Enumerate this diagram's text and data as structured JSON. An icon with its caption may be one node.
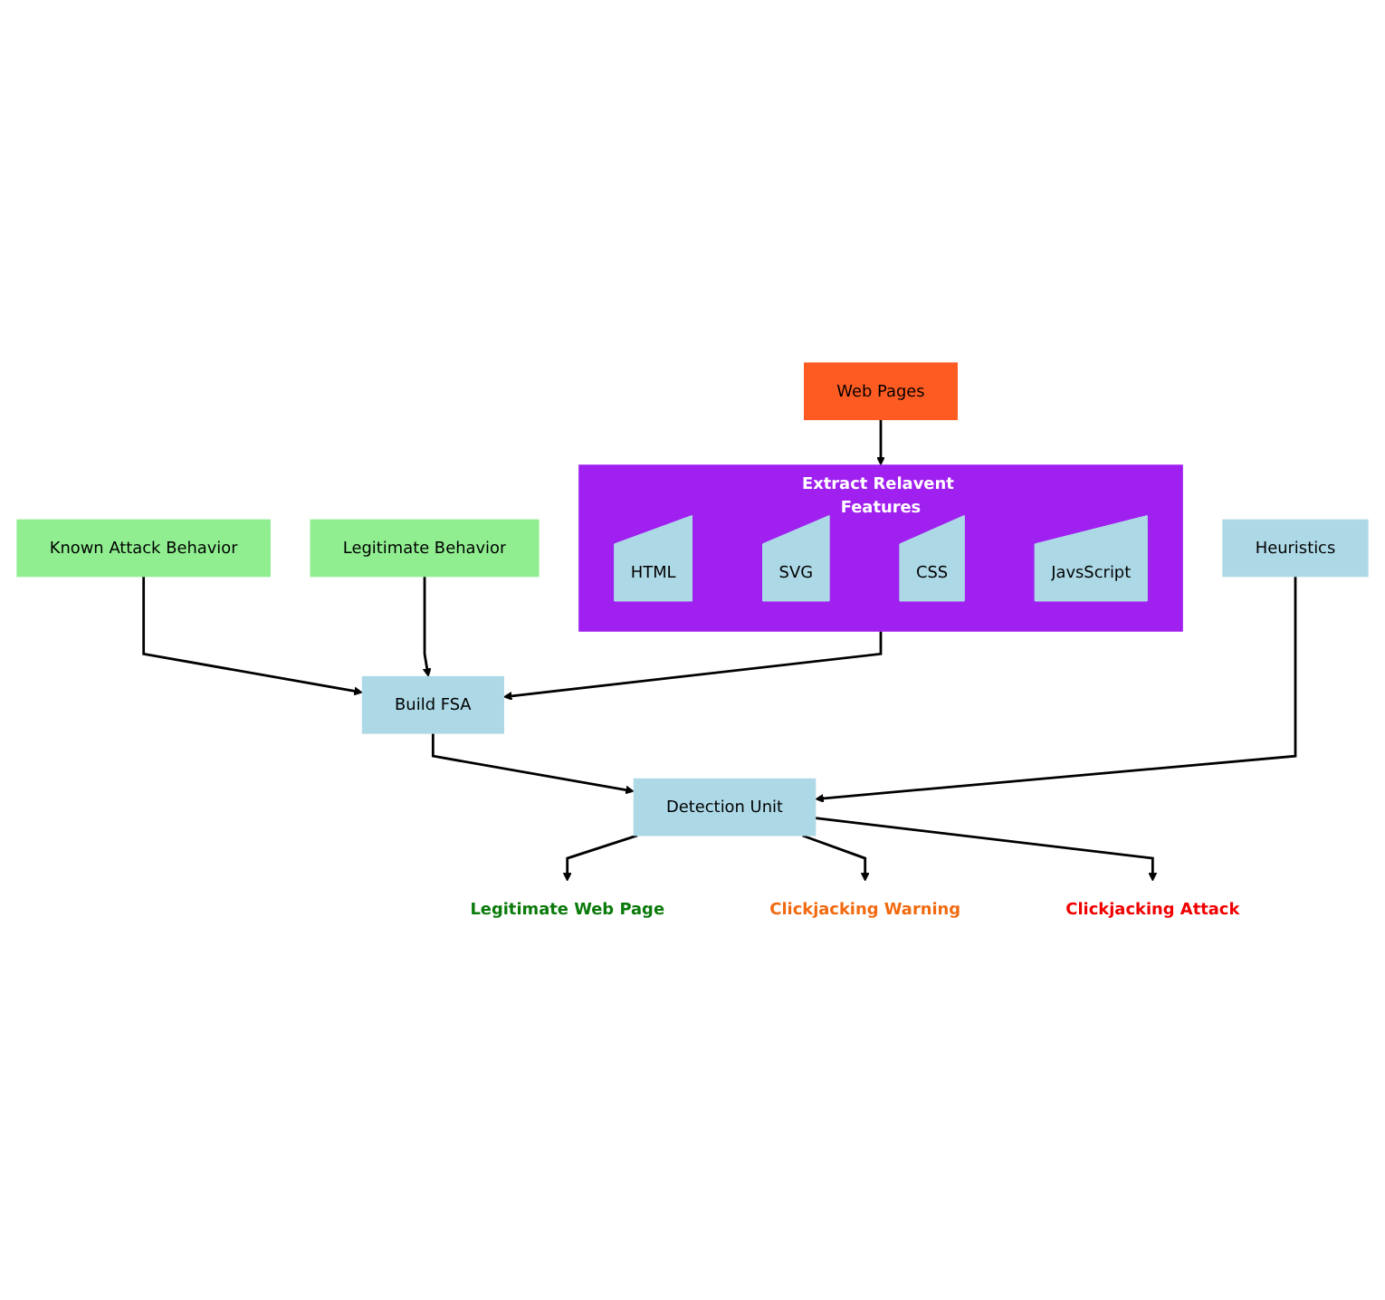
{
  "diagram": {
    "nodes": [
      {
        "text": [
          "Web Pages"
        ]
      },
      {
        "text": [
          "Extract Relavent Features"
        ]
      },
      {
        "text": [
          "HTML"
        ],
        "in": 1
      },
      {
        "text": [
          "SVG"
        ],
        "in": 1
      },
      {
        "text": [
          "CSS"
        ],
        "in": 1
      },
      {
        "text": [
          "JavsScript"
        ],
        "in": 1
      },
      {
        "text": [
          "Known Attack Behavior"
        ]
      },
      {
        "text": [
          "Build FSA"
        ]
      },
      {
        "text": [
          "Heuristics"
        ]
      },
      {
        "text": [
          "Legitimate Behavior"
        ]
      },
      {
        "text": [
          "Detection Unit"
        ]
      },
      {
        "text": [
          "Legitimate Web Page"
        ]
      },
      {
        "text": [
          "Clickjacking Warning"
        ]
      },
      {
        "text": [
          "Clickjacking Attack"
        ]
      }
    ],
    "edges": [
      {
        "from": 0,
        "to": 1,
        "arrow": "to"
      },
      {
        "from": 1,
        "to": 7,
        "arrow": "to"
      },
      {
        "from": 6,
        "to": 7,
        "arrow": "to"
      },
      {
        "from": 9,
        "to": 7,
        "arrow": "to"
      },
      {
        "from": 7,
        "to": 10,
        "arrow": "to"
      },
      {
        "from": 8,
        "to": 10,
        "arrow": "to"
      },
      {
        "from": 10,
        "to": 11,
        "arrow": "to"
      },
      {
        "from": 10,
        "to": 12,
        "arrow": "to"
      },
      {
        "from": 10,
        "to": 13,
        "arrow": "to"
      }
    ]
  }
}
